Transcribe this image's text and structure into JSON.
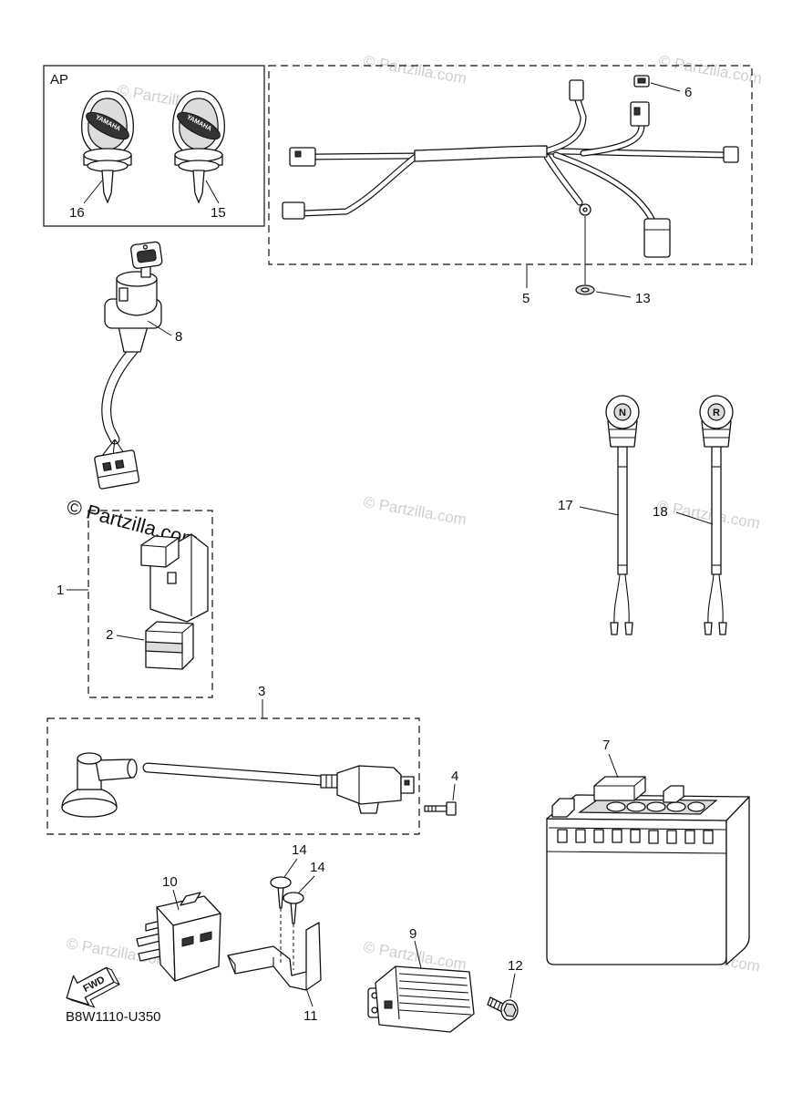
{
  "diagram": {
    "ref_code": "B8W1110-U350",
    "fwd_label": "FWD",
    "ap_label": "AP",
    "key_logo": "YAMAHA",
    "watermark": "© Partzilla.com",
    "stamp": "© Partzilla.com",
    "neutral_symbol": "N",
    "reverse_symbol": "R",
    "callouts": {
      "p1": "1",
      "p2": "2",
      "p3": "3",
      "p4": "4",
      "p5": "5",
      "p6": "6",
      "p7": "7",
      "p8": "8",
      "p9": "9",
      "p10": "10",
      "p11": "11",
      "p12": "12",
      "p13": "13",
      "p14a": "14",
      "p14b": "14",
      "p15": "15",
      "p16": "16",
      "p17": "17",
      "p18": "18"
    }
  },
  "colors": {
    "line": "#111111",
    "watermark": "#cfcfcf",
    "background": "#ffffff"
  }
}
